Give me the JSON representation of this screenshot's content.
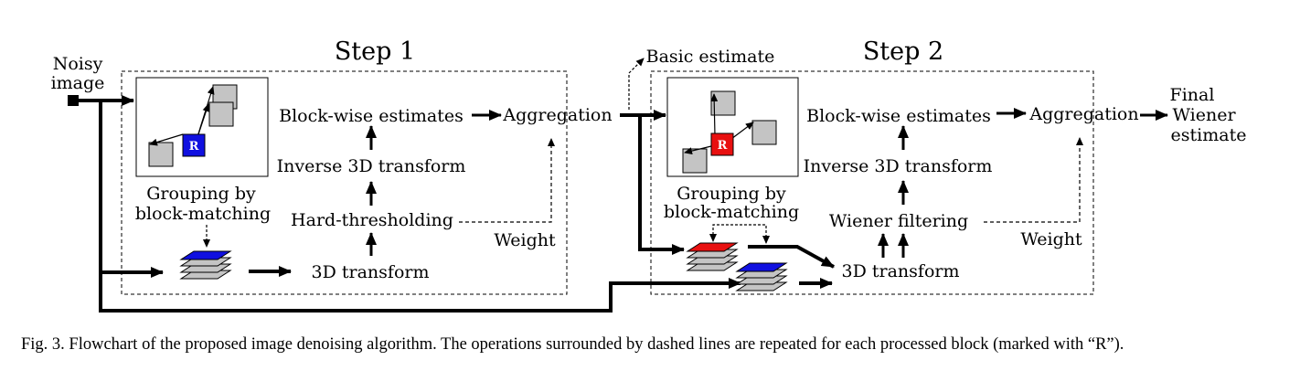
{
  "diagram": {
    "input_label_line1": "Noisy",
    "input_label_line2": "image",
    "step1": {
      "title": "Step 1",
      "grouping_line1": "Grouping by",
      "grouping_line2": "block-matching",
      "block_estimates": "Block-wise estimates",
      "aggregation": "Aggregation",
      "inverse_transform": "Inverse 3D transform",
      "filter": "Hard-thresholding",
      "transform": "3D transform",
      "weight": "Weight",
      "ref_block_label": "R",
      "ref_block_color": "#1010e0"
    },
    "basic_estimate": "Basic estimate",
    "step2": {
      "title": "Step 2",
      "grouping_line1": "Grouping by",
      "grouping_line2": "block-matching",
      "block_estimates": "Block-wise estimates",
      "aggregation": "Aggregation",
      "inverse_transform": "Inverse 3D transform",
      "filter": "Wiener filtering",
      "transform": "3D transform",
      "weight": "Weight",
      "ref_block_label": "R",
      "ref_block_color": "#e81010"
    },
    "output_label_line1": "Final",
    "output_label_line2": "Wiener",
    "output_label_line3": "estimate"
  },
  "caption": {
    "text": "Fig. 3.   Flowchart of the proposed image denoising algorithm. The operations surrounded by dashed lines are repeated for each processed block (marked with “R”)."
  }
}
